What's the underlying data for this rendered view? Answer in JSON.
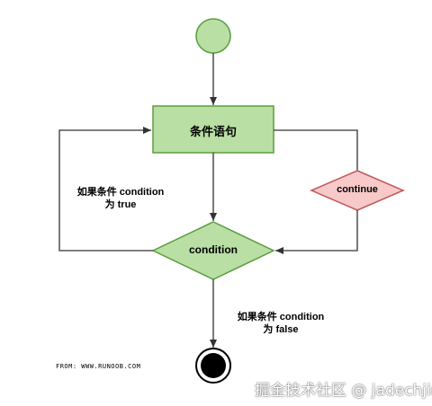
{
  "nodes": {
    "process_label": "条件语句",
    "decision_label": "condition",
    "continue_label": "continue"
  },
  "annotations": {
    "loop_true_line1": "如果条件 condition",
    "loop_true_line2": "为 true",
    "exit_false_line1": "如果条件 condition",
    "exit_false_line2": "为 false"
  },
  "source": "FROM: WWW.RUNOOB.COM",
  "watermark": "掘金技术社区 @ jadechjin",
  "colors": {
    "green_fill": "#b9dfa4",
    "green_stroke": "#5a9d3c",
    "pink_fill": "#f7c9c9",
    "pink_stroke": "#c25a5a",
    "line": "#333333"
  }
}
